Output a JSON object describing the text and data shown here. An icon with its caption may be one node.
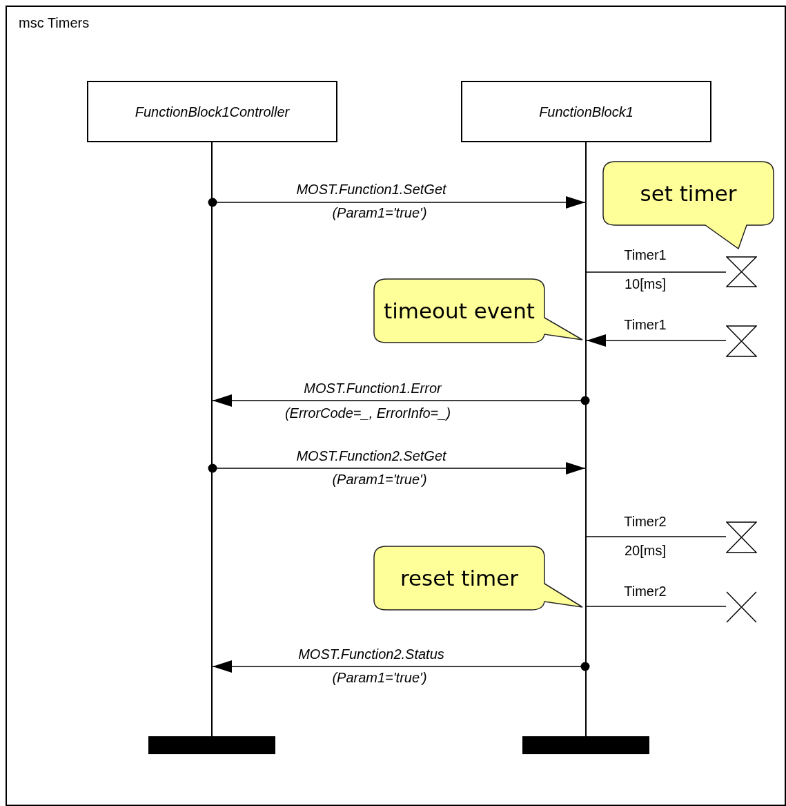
{
  "diagram": {
    "title": "msc Timers",
    "nodes": [
      {
        "text": [
          "FunctionBlock1Controller"
        ]
      },
      {
        "text": [
          "FunctionBlock1"
        ]
      },
      {
        "text": [],
        "shape": "line"
      },
      {
        "text": [],
        "shape": "line"
      },
      {
        "text": [],
        "shape": "bar"
      },
      {
        "text": [],
        "shape": "bar"
      },
      {
        "text": [
          "set timer"
        ]
      },
      {
        "text": [
          "timeout event"
        ]
      },
      {
        "text": [
          "reset timer"
        ]
      },
      {
        "text": [],
        "shape": "hourglass"
      },
      {
        "text": [],
        "shape": "hourglass"
      },
      {
        "text": [],
        "shape": "hourglass"
      },
      {
        "text": [],
        "shape": "cross"
      }
    ],
    "edges": [
      {
        "from": 2,
        "to": 3,
        "arrow": "to",
        "label": "MOST.Function1.SetGet"
      },
      {
        "from": 3,
        "to": 9,
        "arrow": "none",
        "label": "Timer1"
      },
      {
        "from": 10,
        "to": 3,
        "arrow": "to",
        "label": "Timer1"
      },
      {
        "from": 3,
        "to": 2,
        "arrow": "to",
        "label": "MOST.Function1.Error"
      },
      {
        "from": 2,
        "to": 3,
        "arrow": "to",
        "label": "MOST.Function2.SetGet"
      },
      {
        "from": 3,
        "to": 11,
        "arrow": "none",
        "label": "Timer2"
      },
      {
        "from": 3,
        "to": 12,
        "arrow": "none",
        "label": "Timer2"
      },
      {
        "from": 3,
        "to": 2,
        "arrow": "to",
        "label": "MOST.Function2.Status"
      }
    ],
    "labels": [
      "(Param1='true')",
      "10[ms]",
      "(ErrorCode=_, ErrorInfo=_)",
      "(Param1='true')",
      "20[ms]",
      "(Param1='true')"
    ]
  }
}
